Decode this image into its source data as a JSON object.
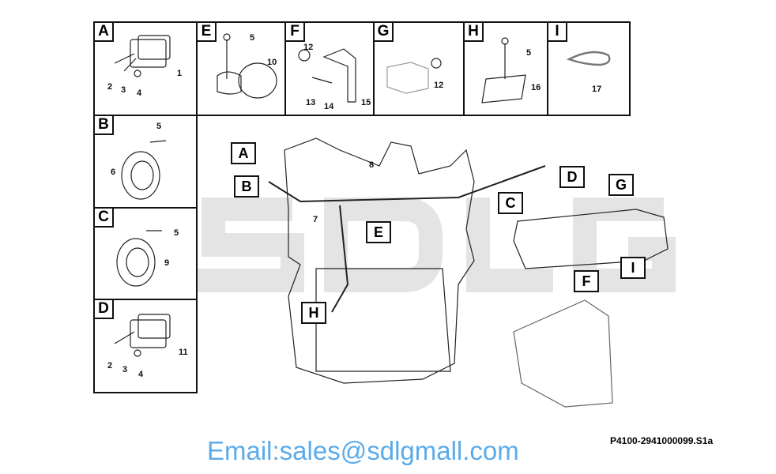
{
  "panels": [
    {
      "tag": "A",
      "parts": [
        "1",
        "2",
        "3",
        "4"
      ]
    },
    {
      "tag": "E",
      "parts": [
        "5",
        "10"
      ]
    },
    {
      "tag": "F",
      "parts": [
        "12",
        "13",
        "14",
        "15"
      ]
    },
    {
      "tag": "G",
      "parts": [
        "12"
      ]
    },
    {
      "tag": "H",
      "parts": [
        "5",
        "16"
      ]
    },
    {
      "tag": "I",
      "parts": [
        "17"
      ]
    },
    {
      "tag": "B",
      "parts": [
        "5",
        "6"
      ]
    },
    {
      "tag": "C",
      "parts": [
        "5",
        "9"
      ]
    },
    {
      "tag": "D",
      "parts": [
        "11",
        "2",
        "3",
        "4"
      ]
    }
  ],
  "main": {
    "callouts": [
      "A",
      "B",
      "C",
      "D",
      "E",
      "F",
      "G",
      "H",
      "I"
    ],
    "parts": [
      "7",
      "8"
    ]
  },
  "watermark": "SDLG",
  "email_watermark": "Email:sales@sdlgmall.com",
  "drawing_code": "P4100-2941000099.S1a"
}
